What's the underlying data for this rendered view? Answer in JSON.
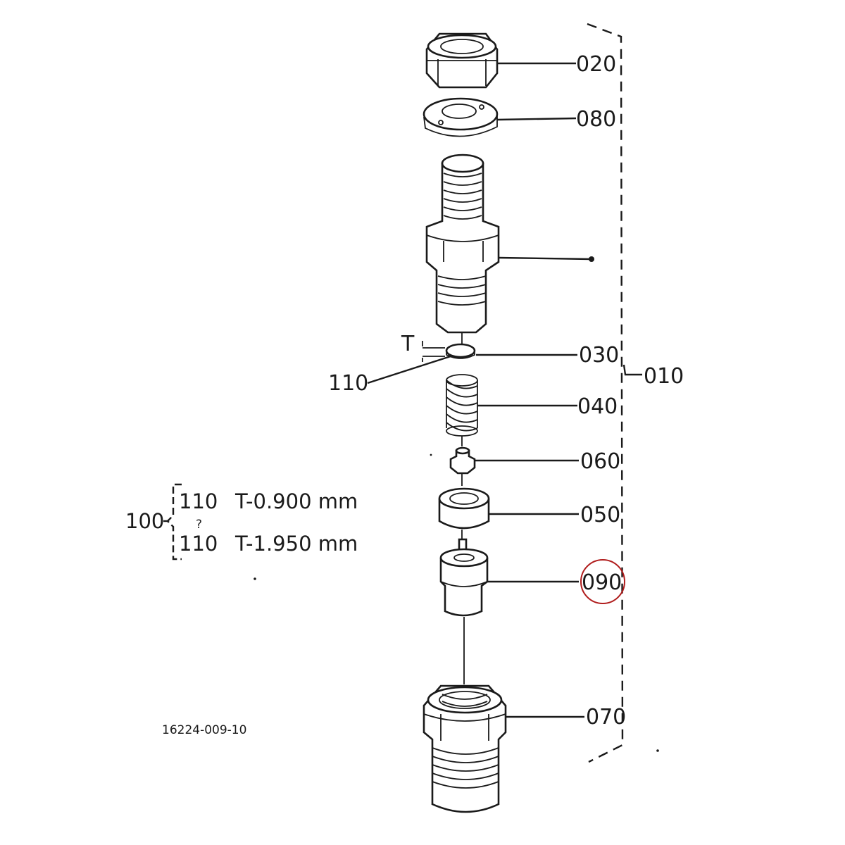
{
  "callouts": {
    "c020": "020",
    "c080": "080",
    "c030": "030",
    "c040": "040",
    "c060": "060",
    "c050": "050",
    "c090": "090",
    "c070": "070",
    "c010": "010",
    "c110": "110",
    "t_mark": "T"
  },
  "shim_table": {
    "group": "100",
    "sep": "?",
    "rows": [
      {
        "part": "110",
        "thickness": "T-0.900 mm"
      },
      {
        "part": "110",
        "thickness": "T-1.950 mm"
      }
    ]
  },
  "drawing_number": "16224-009-10",
  "highlight_color": "#b01c1c",
  "line_color": "#1a1a1a"
}
